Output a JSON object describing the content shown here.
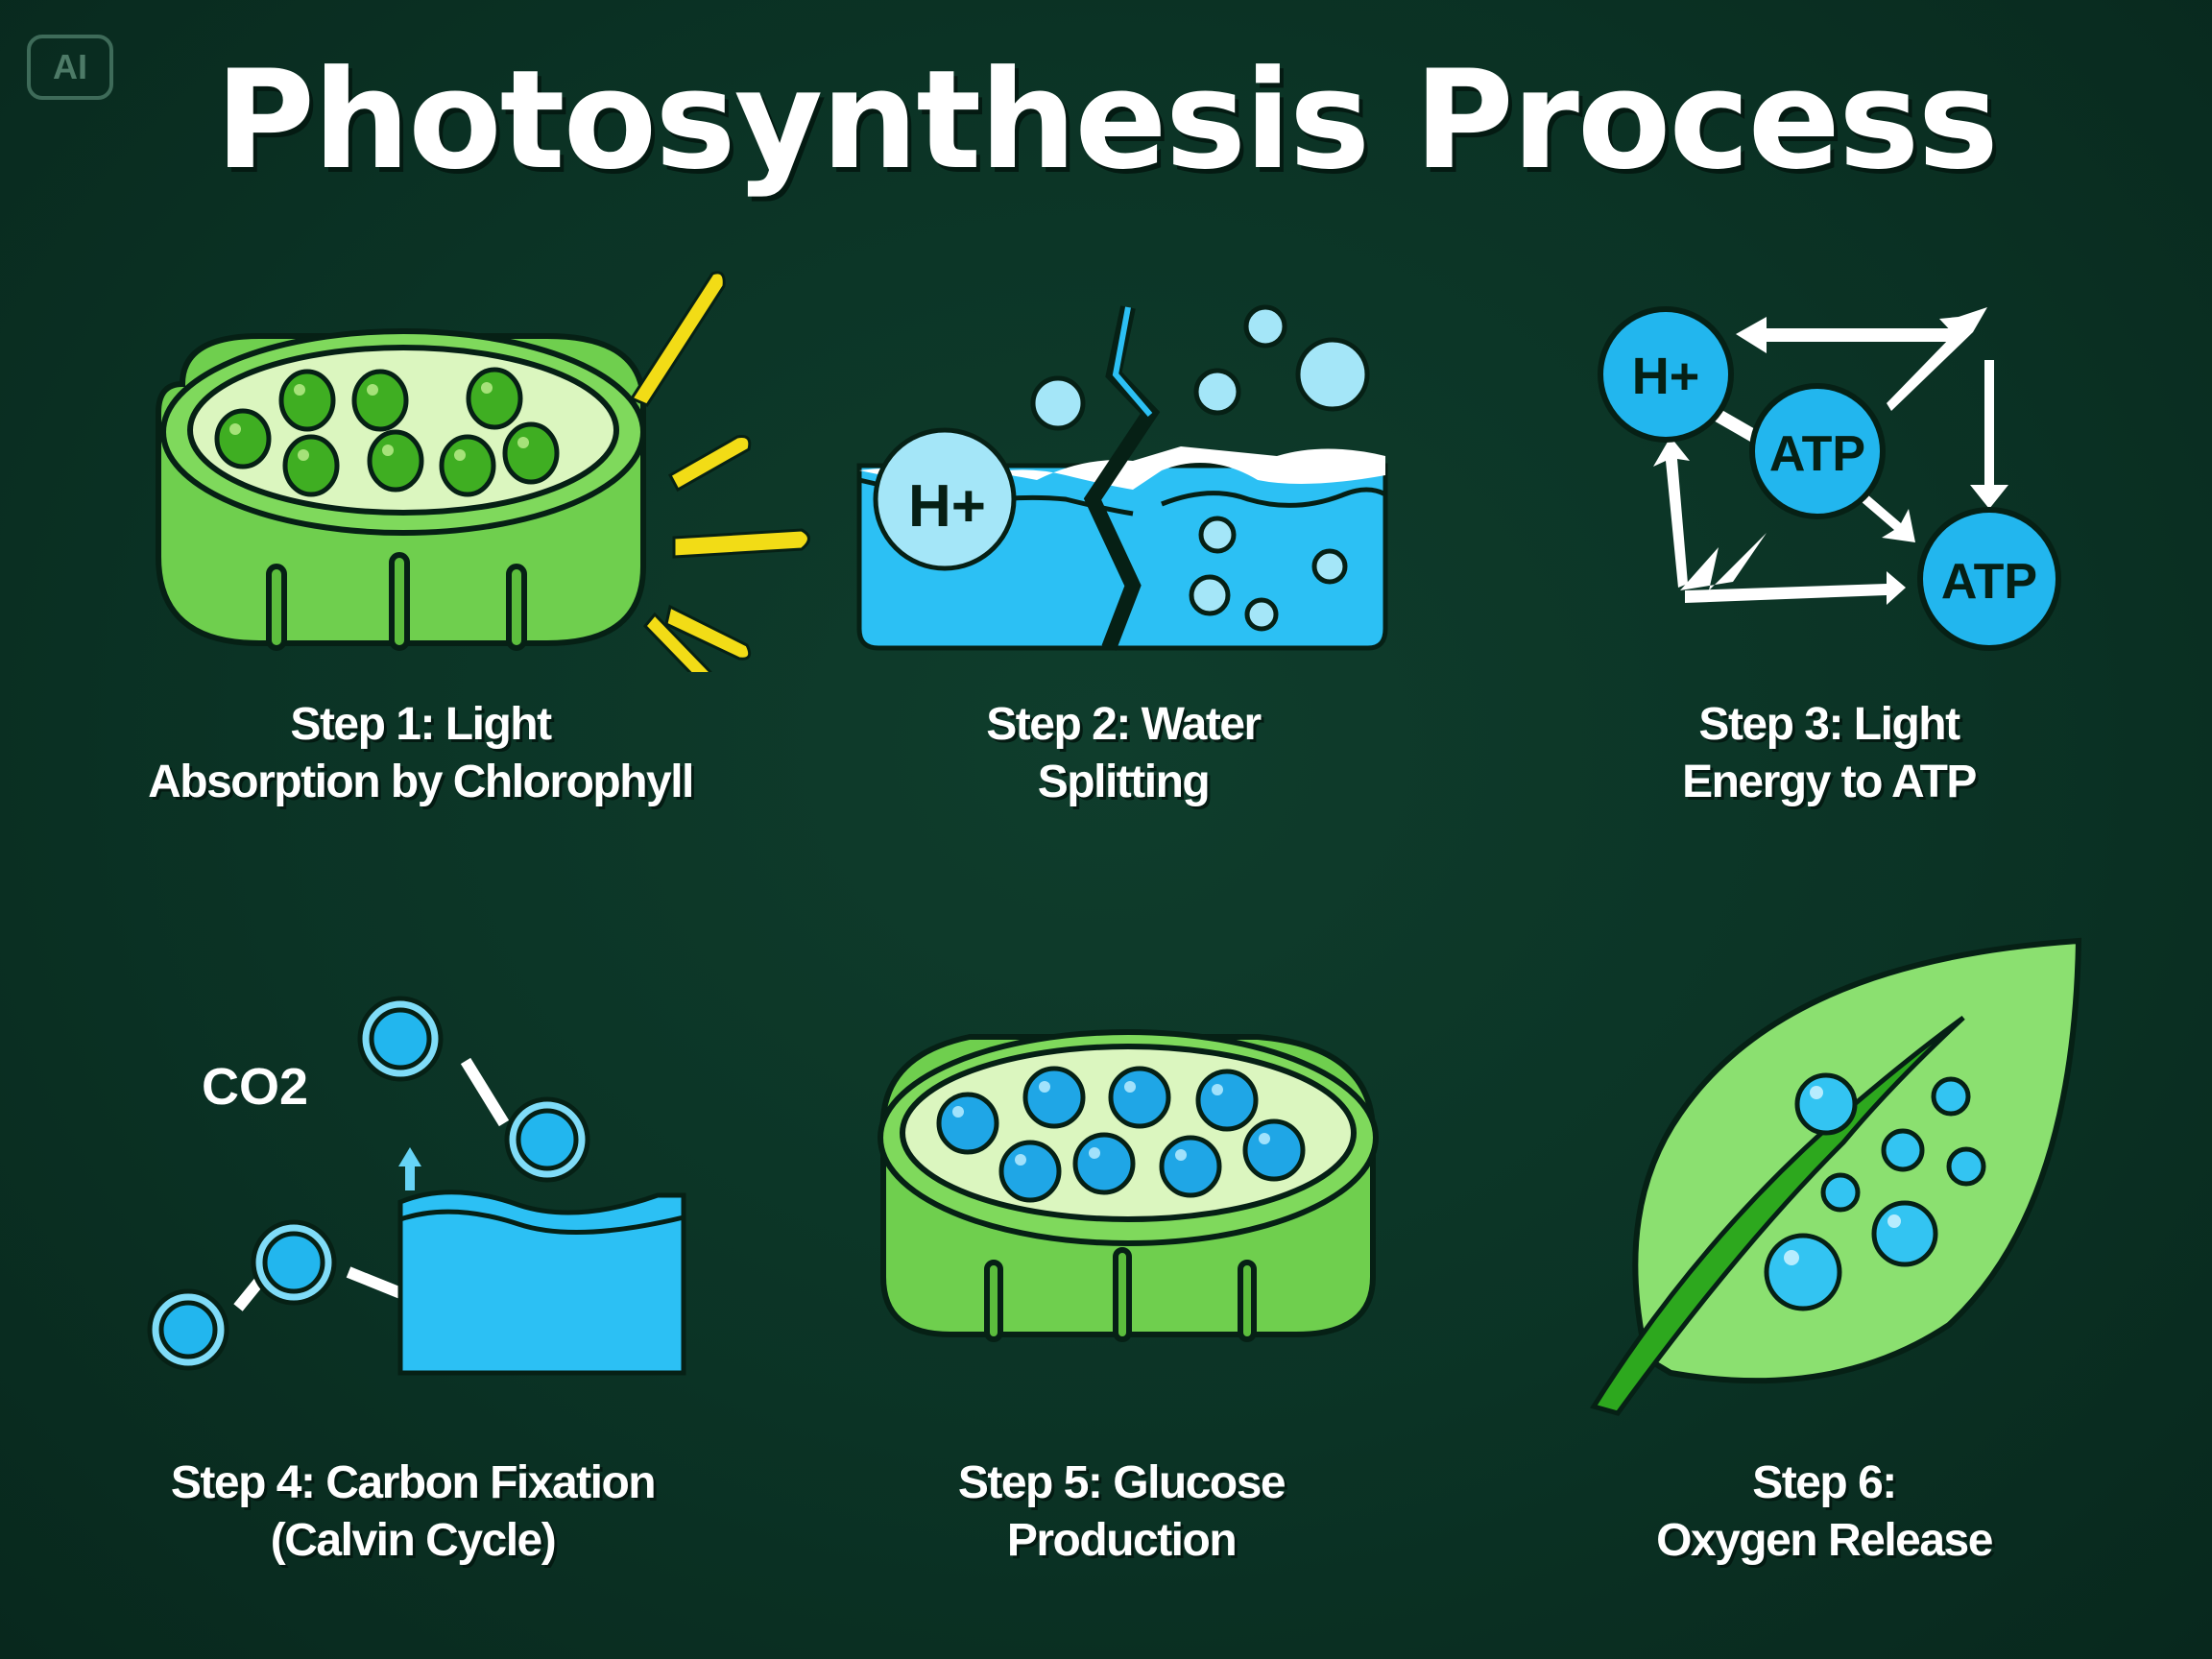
{
  "badge": {
    "label": "AI"
  },
  "title": "Photosynthesis Process",
  "colors": {
    "background": "#0b3325",
    "chloroplast_green": "#76d654",
    "chloroplast_inner": "#d8f5b8",
    "granum_green": "#3fae22",
    "water_blue": "#2cc0f4",
    "bubble_light": "#a4e6f8",
    "light_ray_yellow": "#f2dc16",
    "leaf_green": "#8be070",
    "vein_green": "#2da81e",
    "arrow_white": "#ffffff"
  },
  "steps": [
    {
      "id": 1,
      "icon": "chloroplast-light-absorption-icon",
      "line1": "Step 1: Light",
      "line2": "Absorption by Chlorophyll"
    },
    {
      "id": 2,
      "icon": "water-splitting-icon",
      "line1": "Step 2: Water",
      "line2": "Splitting",
      "badge_text": "H+"
    },
    {
      "id": 3,
      "icon": "atp-cycle-icon",
      "line1": "Step 3: Light",
      "line2": "Energy to ATP",
      "nodes": [
        "H+",
        "ATP",
        "ATP"
      ]
    },
    {
      "id": 4,
      "icon": "carbon-fixation-icon",
      "line1": "Step 4: Carbon Fixation",
      "line2": "(Calvin Cycle)",
      "molecule_label": "CO2"
    },
    {
      "id": 5,
      "icon": "glucose-chloroplast-icon",
      "line1": "Step 5: Glucose",
      "line2": "Production"
    },
    {
      "id": 6,
      "icon": "leaf-oxygen-icon",
      "line1": "Step 6:",
      "line2": "Oxygen Release"
    }
  ]
}
